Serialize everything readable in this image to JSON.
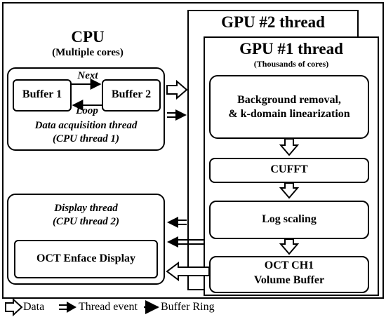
{
  "cpu": {
    "title": "CPU",
    "subtitle": "(Multiple  cores)",
    "acquisition": {
      "buffer1": "Buffer 1",
      "buffer2": "Buffer 2",
      "next": "Next",
      "loop": "Loop",
      "thread_name": "Data acquisition thread",
      "thread_id": "(CPU thread 1)"
    },
    "display": {
      "thread_name": "Display thread",
      "thread_id": "(CPU thread 2)",
      "enface": "OCT Enface Display"
    }
  },
  "gpu2": {
    "title": "GPU #2 thread"
  },
  "gpu1": {
    "title": "GPU #1 thread",
    "subtitle": "(Thousands of cores)",
    "stages": {
      "background_line1": "Background removal,",
      "background_line2": "& k-domain linearization",
      "cufft": "CUFFT",
      "log": "Log scaling",
      "volume_line1": "OCT CH1",
      "volume_line2": "Volume Buffer"
    }
  },
  "legend": {
    "data": "Data",
    "thread_event": "Thread event",
    "buffer_ring": "Buffer Ring"
  }
}
